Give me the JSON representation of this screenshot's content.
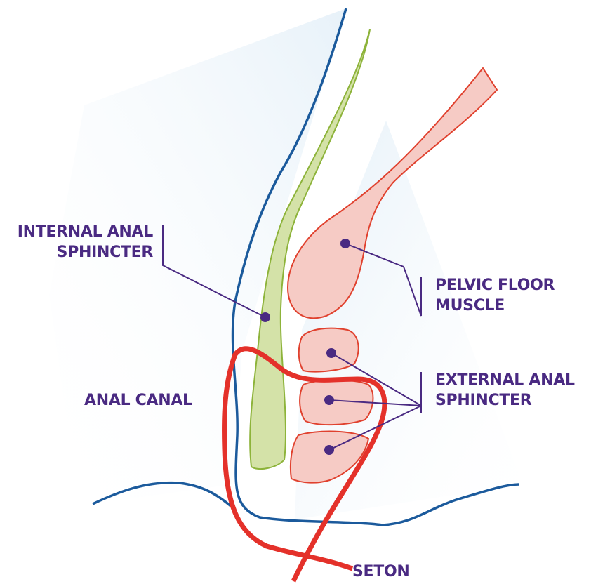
{
  "labels": {
    "internal_sphincter": {
      "line1": "INTERNAL ANAL",
      "line2": "SPHINCTER"
    },
    "pelvic_floor": {
      "line1": "PELVIC FLOOR",
      "line2": "MUSCLE"
    },
    "external_sphincter": {
      "line1": "EXTERNAL ANAL",
      "line2": "SPHINCTER"
    },
    "anal_canal": "ANAL CANAL",
    "seton": "SETON"
  },
  "colors": {
    "label_text": "#4a2a82",
    "leader_line": "#4a2a82",
    "mucosa_outline": "#1b5a9c",
    "internal_sphincter_fill": "#d4e2a8",
    "internal_sphincter_stroke": "#8db33a",
    "muscle_fill": "#f6cbc5",
    "muscle_stroke": "#e0412e",
    "seton": "#e4312a",
    "background_tint": "#e6f1f9"
  }
}
